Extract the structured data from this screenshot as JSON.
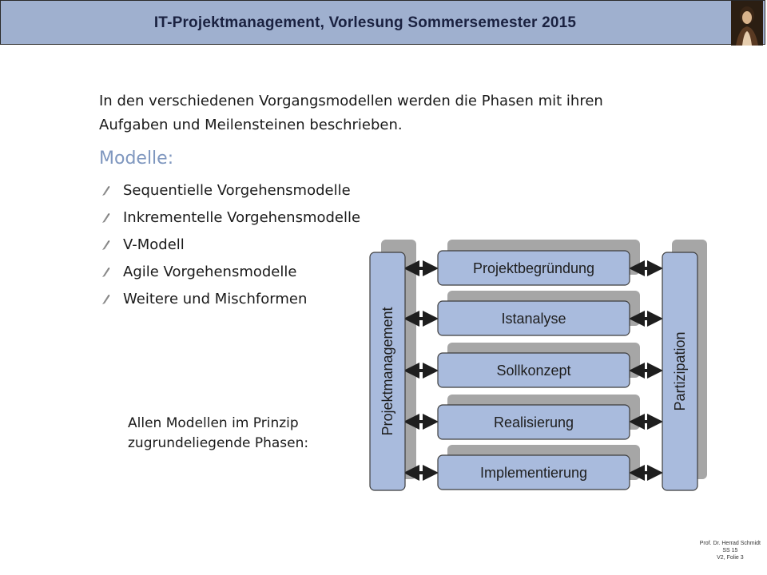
{
  "header": {
    "title": "IT-Projektmanagement, Vorlesung Sommersemester 2015"
  },
  "intro": {
    "text": "In den verschiedenen Vorgangsmodellen werden die Phasen mit ihren Aufgaben und Meilensteinen beschrieben."
  },
  "modelle": {
    "heading": "Modelle:",
    "items": [
      "Sequentielle Vorgehensmodelle",
      "Inkrementelle Vorgehensmodelle",
      "V-Modell",
      "Agile Vorgehensmodelle",
      "Weitere und Mischformen"
    ]
  },
  "phases_caption": {
    "line1": "Allen Modellen im Prinzip",
    "line2": "zugrundeliegende Phasen:"
  },
  "diagram": {
    "left_bar": "Projektmanagement",
    "right_bar": "Partizipation",
    "phases": [
      "Projektbegründung",
      "Istanalyse",
      "Sollkonzept",
      "Realisierung",
      "Implementierung"
    ],
    "colors": {
      "box_fill": "#a9bbdd",
      "shadow": "#a6a6a6",
      "stroke": "#3d3d3d"
    }
  },
  "footer": {
    "author": "Prof. Dr. Herrad Schmidt",
    "semester": "SS 15",
    "slide": "V2, Folie 3"
  },
  "colors": {
    "header_bg": "#9fb0cf",
    "heading_accent": "#7f97bf"
  }
}
